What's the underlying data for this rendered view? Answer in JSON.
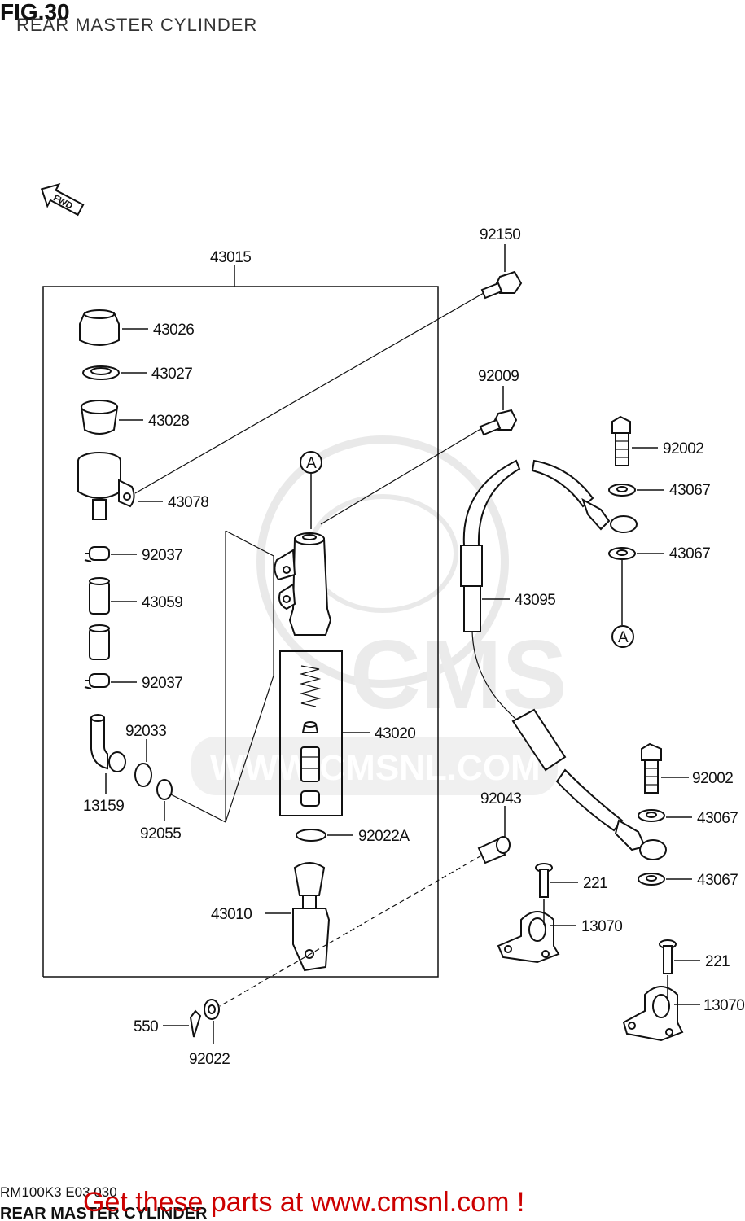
{
  "header": {
    "fig_label": "FIG.30",
    "title": "REAR MASTER CYLINDER"
  },
  "fwd_arrow_text": "FWD",
  "watermark": {
    "brand": "CMS",
    "url": "WWW.CMSNL.COM"
  },
  "labels": {
    "p43015": "43015",
    "p43026": "43026",
    "p43027": "43027",
    "p43028": "43028",
    "p43078": "43078",
    "p92037a": "92037",
    "p43059": "43059",
    "p92037b": "92037",
    "p92033": "92033",
    "p13159": "13159",
    "p92055": "92055",
    "p43020": "43020",
    "p92022A": "92022A",
    "p43010": "43010",
    "p550": "550",
    "p92022": "92022",
    "p92150": "92150",
    "p92009": "92009",
    "p92002a": "92002",
    "p43067a": "43067",
    "p43067b": "43067",
    "p43095": "43095",
    "p92002b": "92002",
    "p43067c": "43067",
    "p43067d": "43067",
    "p92043": "92043",
    "p221a": "221",
    "p13070a": "13070",
    "p221b": "221",
    "p13070b": "13070",
    "refA1": "A",
    "refA2": "A"
  },
  "footer": {
    "code": "RM100K3 E03  030",
    "title": "REAR MASTER CYLINDER",
    "promo": "Get these parts at www.cmsnl.com !"
  },
  "colors": {
    "promo": "#cc0000",
    "line": "#111111",
    "watermark": "#d8d8d8"
  }
}
